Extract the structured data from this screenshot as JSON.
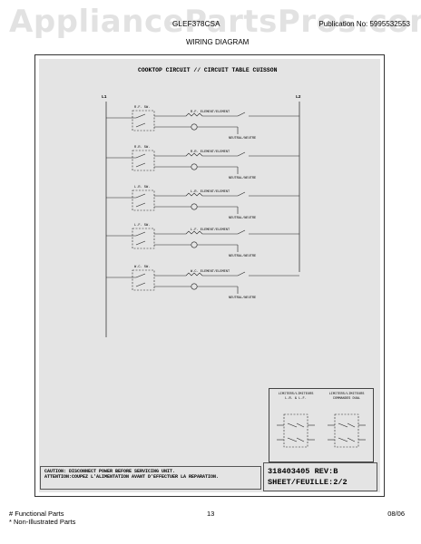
{
  "header": {
    "model": "GLEF378CSA",
    "publication": "Publication No: 5995532553",
    "section_title": "WIRING DIAGRAM"
  },
  "watermark": "AppliancePartsPros.com",
  "diagram": {
    "title": "COOKTOP CIRCUIT // CIRCUIT TABLE CUISSON",
    "line_left": "L1",
    "line_right": "L2",
    "circuits": [
      {
        "element": "R.F. ELEMENT/ELEMENT",
        "switch": "R.F. SW.",
        "neutral": "NEUTRAL/NEUTRE"
      },
      {
        "element": "R.R. ELEMENT/ELEMENT",
        "switch": "R.R. SW.",
        "neutral": "NEUTRAL/NEUTRE"
      },
      {
        "element": "L.R. ELEMENT/ELEMENT",
        "switch": "L.R. SW.",
        "neutral": "NEUTRAL/NEUTRE"
      },
      {
        "element": "L.F. ELEMENT/ELEMENT",
        "switch": "L.F. SW.",
        "neutral": "NEUTRAL/NEUTRE"
      },
      {
        "element": "W.C. ELEMENT/ELEMENT",
        "switch": "W.C. SW.",
        "neutral": "NEUTRAL/NEUTRE"
      }
    ],
    "legend": {
      "left_title": "LIMITERS/LIMITEURS\nL.R. & L.F.",
      "right_title": "LIMITERS/LIMITEURS\nCOMMANDES DUAL"
    }
  },
  "caution": {
    "line1": "CAUTION: DISCONNECT POWER BEFORE SERVICING UNIT.",
    "line2": "ATTENTION:COUPEZ L'ALIMENTATION AVANT D'EFFECTUER LA REPARATION."
  },
  "doc": {
    "number": "318403405 REV:B",
    "sheet": "SHEET/FEUILLE:2/2"
  },
  "footer": {
    "functional": "# Functional Parts",
    "non_illustrated": "* Non-Illustrated Parts",
    "page": "13",
    "date": "08/06"
  }
}
